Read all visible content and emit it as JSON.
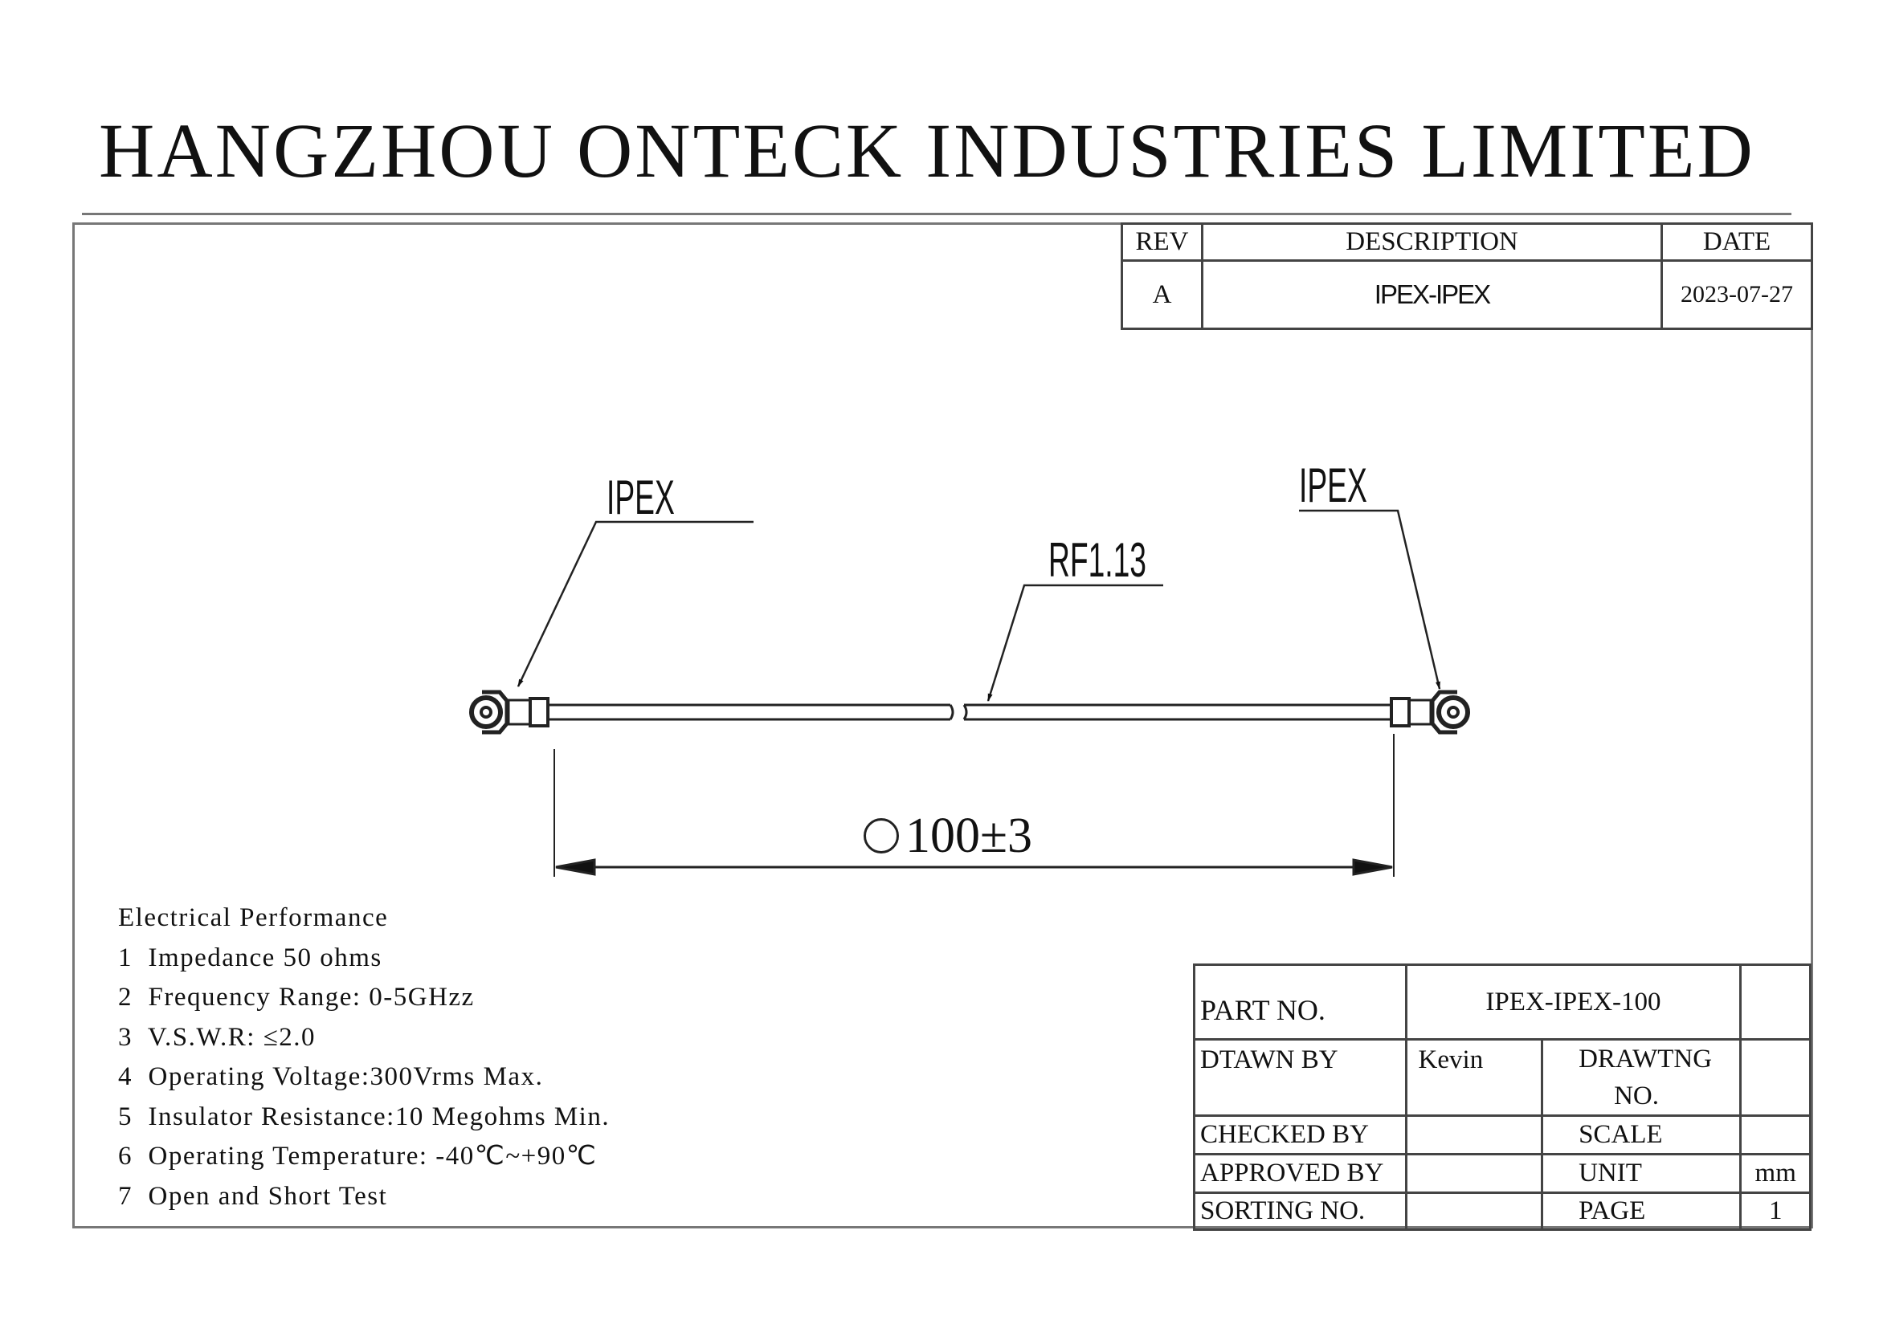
{
  "company": "HANGZHOU ONTECK INDUSTRIES LIMITED",
  "revision_table": {
    "headers": {
      "rev": "REV",
      "description": "DESCRIPTION",
      "date": "DATE"
    },
    "row": {
      "rev": "A",
      "description": "IPEX-IPEX",
      "date": "2023-07-27"
    }
  },
  "drawing": {
    "left_connector_label": "IPEX",
    "right_connector_label": "IPEX",
    "cable_label": "RF1.13",
    "length_dimension": "100±3"
  },
  "electrical": {
    "title": "Electrical Performance",
    "items": [
      "1  Impedance 50 ohms",
      "2  Frequency Range: 0-5GHzz",
      "3  V.S.W.R: ≤2.0",
      "4  Operating Voltage:300Vrms Max.",
      "5  Insulator Resistance:10 Megohms Min.",
      "6  Operating Temperature: -40℃~+90℃",
      "7  Open and Short Test"
    ]
  },
  "title_block": {
    "part_no_label": "PART NO.",
    "part_no": "IPEX-IPEX-100",
    "drawn_by_label": "DTAWN BY",
    "drawn_by": "Kevin",
    "drawing_no_label": "DRAWTNG",
    "drawing_no_label2": "NO.",
    "checked_by_label": "CHECKED BY",
    "scale_label": "SCALE",
    "approved_by_label": "APPROVED BY",
    "unit_label": "UNIT",
    "unit": "mm",
    "sorting_no_label": "SORTING NO.",
    "page_label": "PAGE",
    "page": "1"
  }
}
